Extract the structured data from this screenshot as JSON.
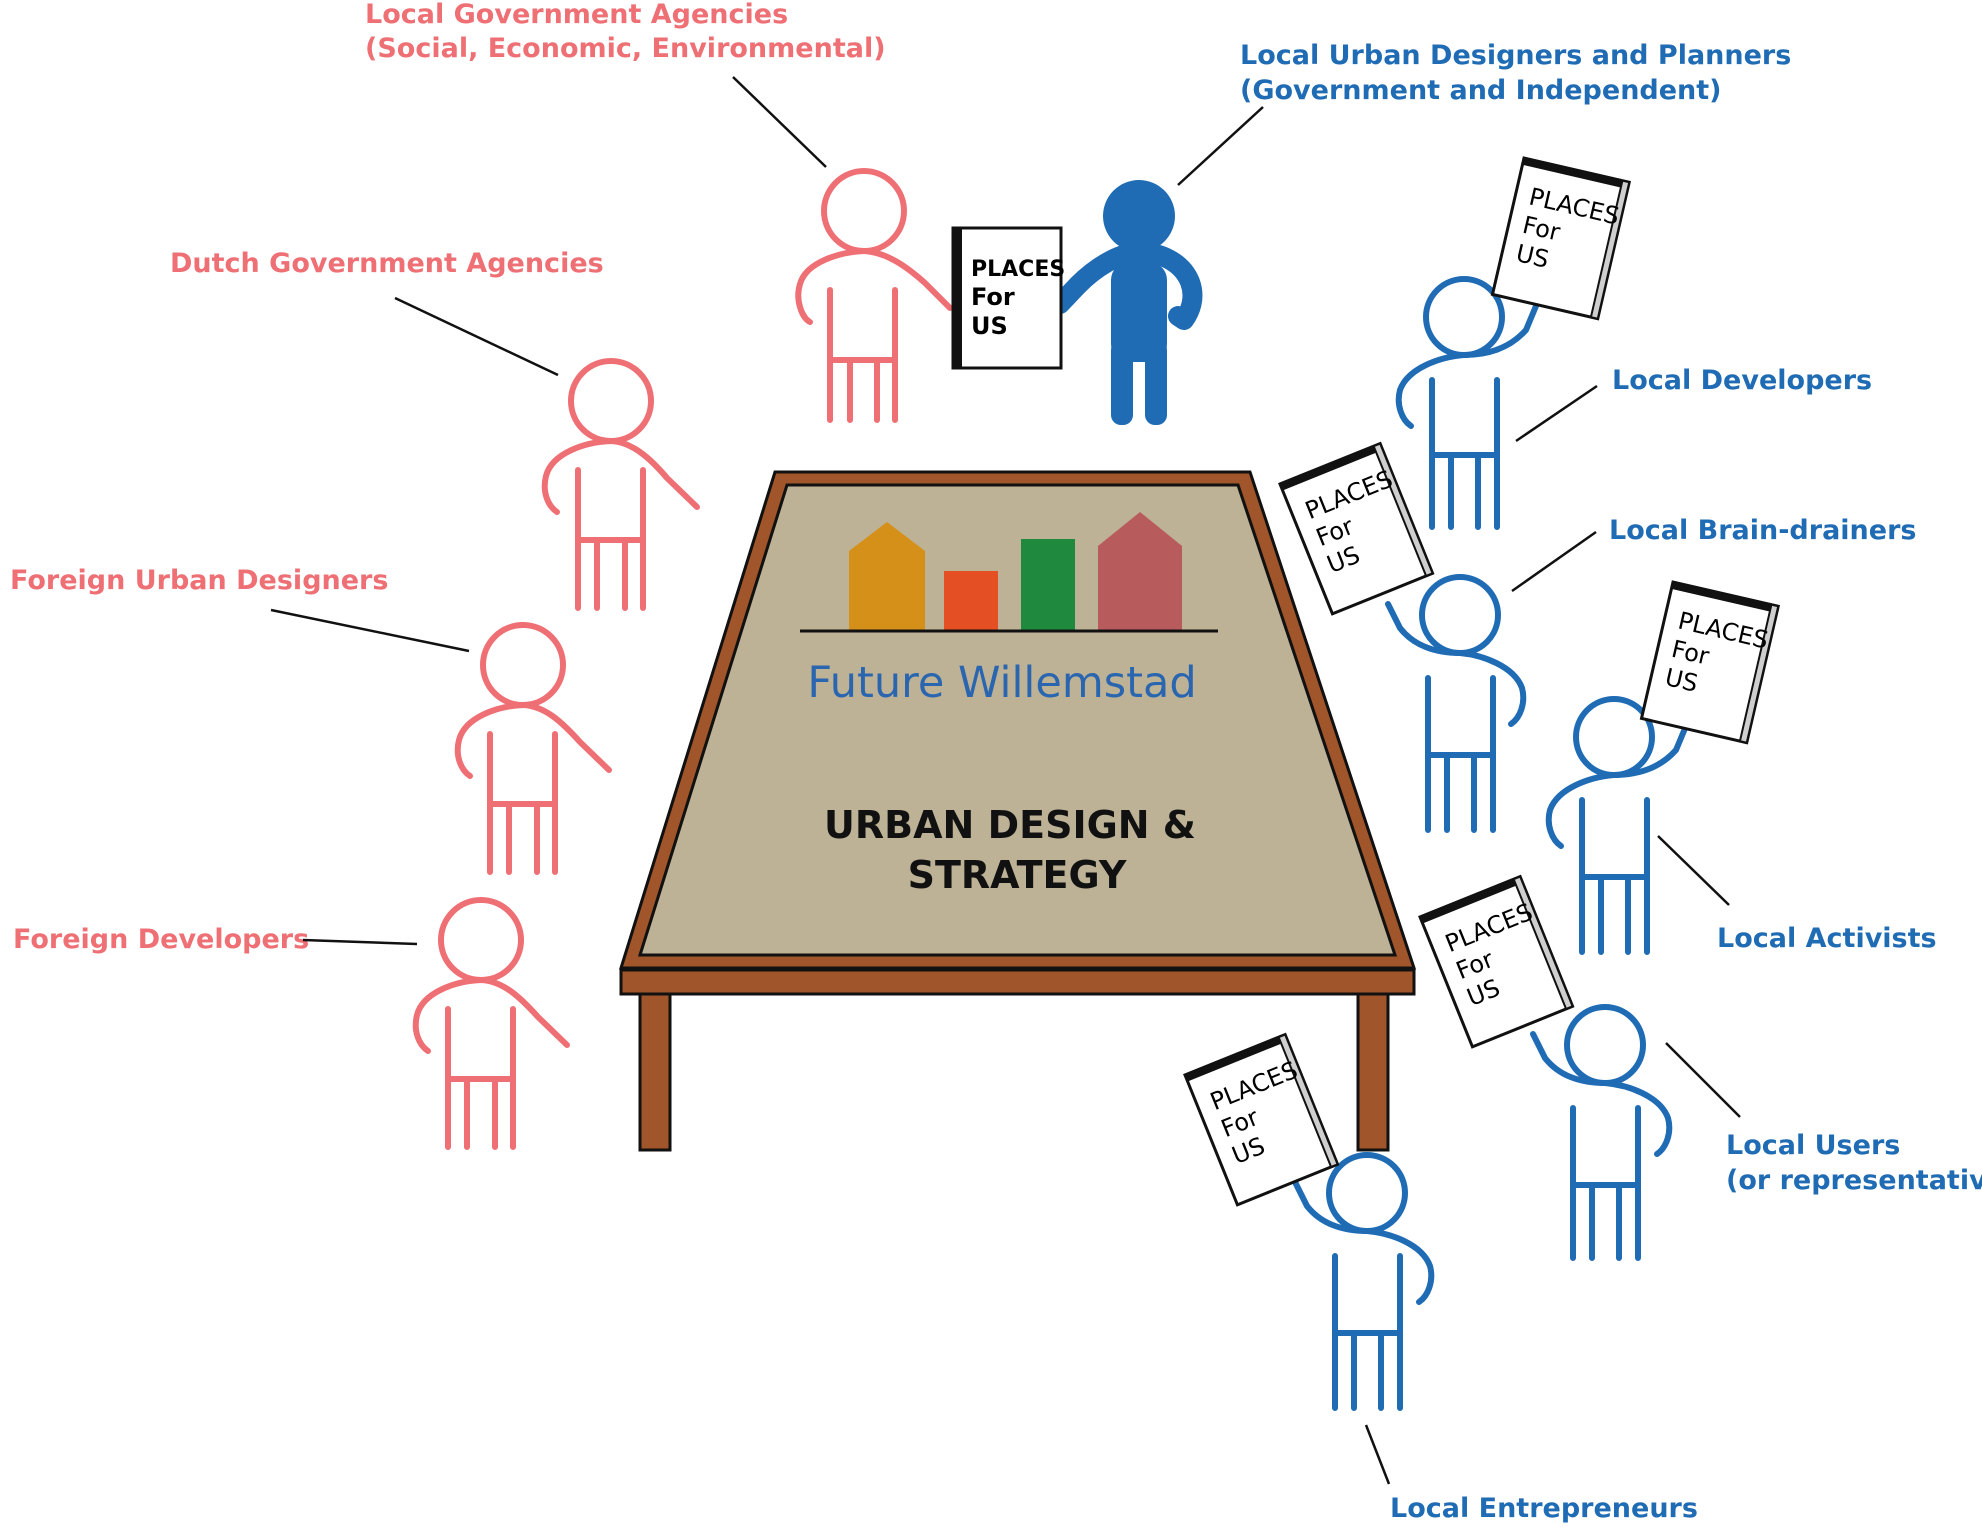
{
  "table": {
    "brand_name": "Future Willemstad",
    "title_line1": "URBAN DESIGN &",
    "title_line2": "STRATEGY",
    "logo_colors": [
      "#d5901a",
      "#e44f23",
      "#1f8a3e",
      "#b85b5d"
    ]
  },
  "colors": {
    "external": "#ee6f74",
    "local": "#1f6cb5",
    "table_frame": "#a0552a",
    "table_surface": "#bdb296"
  },
  "book": {
    "line1": "PLACES",
    "line2": "For",
    "line3": "US"
  },
  "stakeholders": {
    "local_government": {
      "line1": "Local Government Agencies",
      "line2": "(Social, Economic, Environmental)"
    },
    "local_designers": {
      "line1": "Local Urban Designers and Planners",
      "line2": "(Government and Independent)"
    },
    "dutch_government": {
      "label": "Dutch Government Agencies"
    },
    "foreign_designers": {
      "label": "Foreign Urban Designers"
    },
    "foreign_developers": {
      "label": "Foreign Developers"
    },
    "local_developers": {
      "label": "Local Developers"
    },
    "local_brain_drainers": {
      "label": "Local Brain-drainers"
    },
    "local_activists": {
      "label": "Local Activists"
    },
    "local_users": {
      "line1": "Local Users",
      "line2": "(or representative)"
    },
    "local_entrepreneurs": {
      "label": "Local Entrepreneurs"
    }
  }
}
